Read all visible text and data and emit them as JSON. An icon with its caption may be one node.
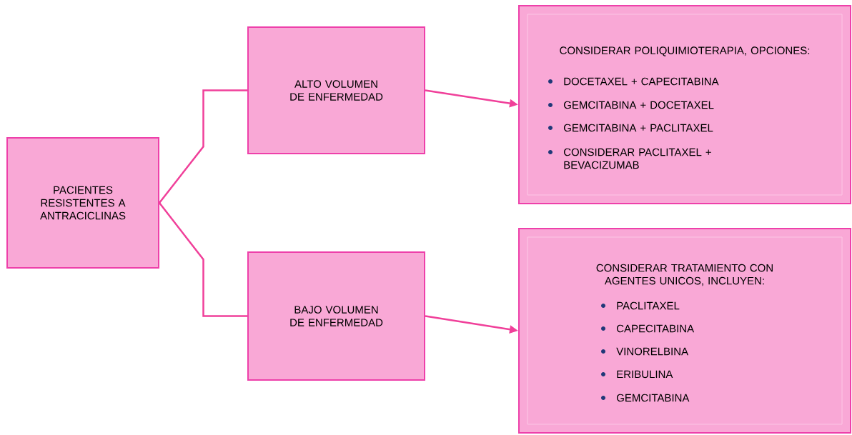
{
  "diagram": {
    "nodes": [
      {
        "text": [
          "PACIENTES RESISTENTES A ANTRACICLINAS"
        ]
      },
      {
        "text": [
          "ALTO VOLUMEN DE ENFERMEDAD"
        ]
      },
      {
        "text": [
          "BAJO VOLUMEN DE ENFERMEDAD"
        ]
      },
      {
        "text": [
          "CONSIDERAR POLIQUIMIOTERAPIA, OPCIONES:",
          "DOCETAXEL + CAPECITABINA",
          "GEMCITABINA + DOCETAXEL",
          "GEMCITABINA + PACLITAXEL",
          "CONSIDERAR PACLITAXEL + BEVACIZUMAB"
        ]
      },
      {
        "text": [
          "CONSIDERAR TRATAMIENTO CON AGENTES UNICOS, INCLUYEN:",
          "PACLITAXEL",
          "CAPECITABINA",
          "VINORELBINA",
          "ERIBULINA",
          "GEMCITABINA"
        ]
      }
    ],
    "edges": [
      {
        "from": 0,
        "to": 1,
        "arrow": "none"
      },
      {
        "from": 0,
        "to": 2,
        "arrow": "none"
      },
      {
        "from": 1,
        "to": 3,
        "arrow": "to"
      },
      {
        "from": 2,
        "to": 4,
        "arrow": "to"
      }
    ]
  }
}
